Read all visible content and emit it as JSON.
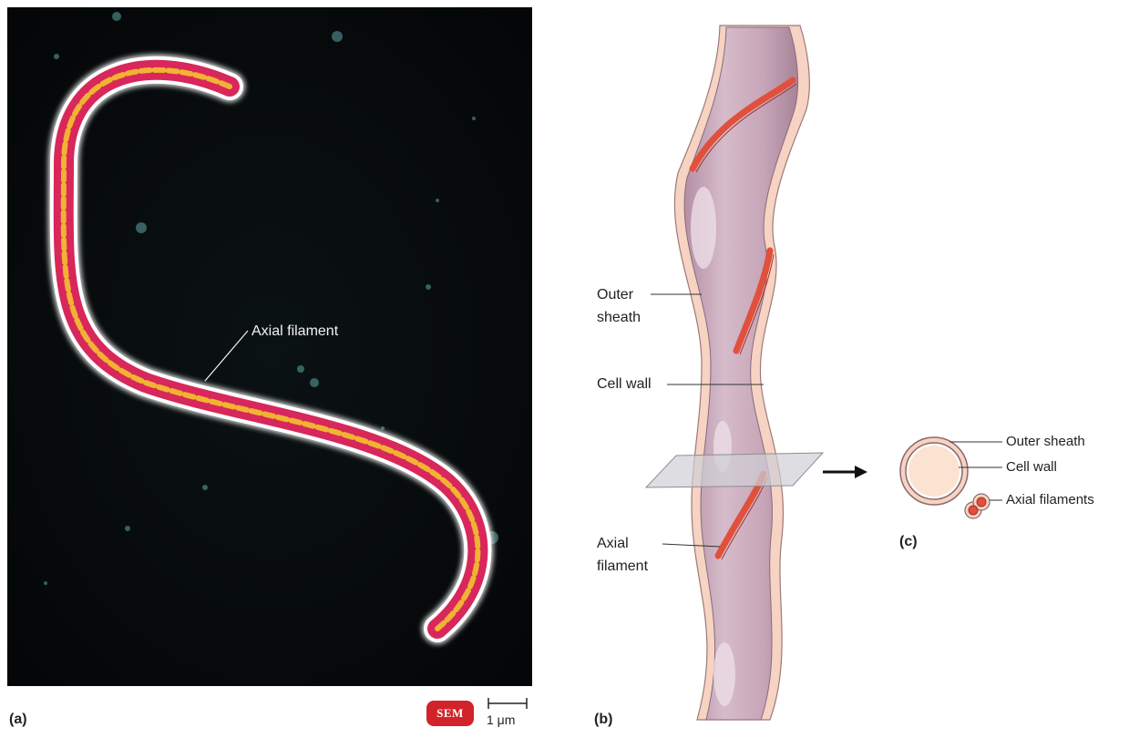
{
  "panels": {
    "a": {
      "letter": "(a)",
      "filament_label": "Axial filament",
      "badge": "SEM",
      "scale": "1 μm"
    },
    "b": {
      "letter": "(b)",
      "outer_sheath_line1": "Outer",
      "outer_sheath_line2": "sheath",
      "cell_wall": "Cell wall",
      "axial_line1": "Axial",
      "axial_line2": "filament"
    },
    "c": {
      "letter": "(c)",
      "outer_sheath": "Outer sheath",
      "cell_wall": "Cell wall",
      "axial_filaments": "Axial filaments"
    }
  },
  "colors": {
    "micrograph_bg": "#06090a",
    "cell_body": "#d8275a",
    "cell_glow": "#ffffff",
    "filament": "#f2b233",
    "sheath": "#f6d3c2",
    "cell_wall_fill": "#c9a9b9",
    "axial_diagram": "#e0503c",
    "sem_badge": "#d2232a"
  }
}
